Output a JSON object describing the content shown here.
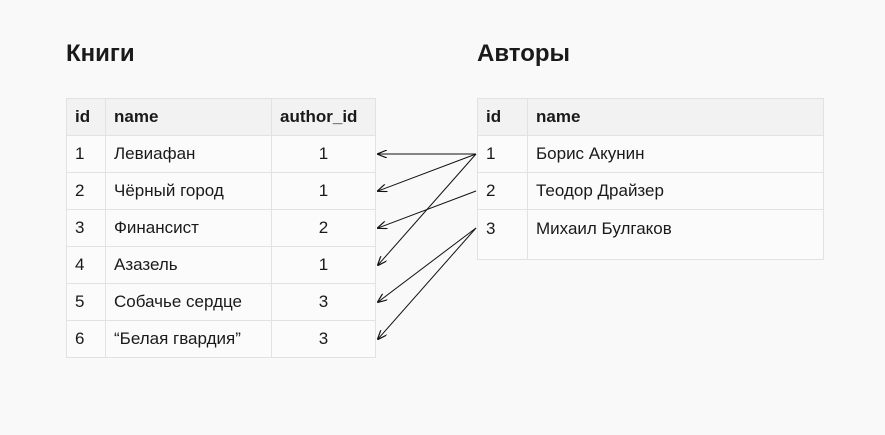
{
  "books": {
    "title": "Книги",
    "columns": [
      "id",
      "name",
      "author_id"
    ],
    "rows": [
      {
        "id": "1",
        "name": "Левиафан",
        "author_id": "1"
      },
      {
        "id": "2",
        "name": "Чёрный город",
        "author_id": "1"
      },
      {
        "id": "3",
        "name": "Финансист",
        "author_id": "2"
      },
      {
        "id": "4",
        "name": "Азазель",
        "author_id": "1"
      },
      {
        "id": "5",
        "name": "Собачье сердце",
        "author_id": "3"
      },
      {
        "id": "6",
        "name": "“Белая гвардия”",
        "author_id": "3"
      }
    ]
  },
  "authors": {
    "title": "Авторы",
    "columns": [
      "id",
      "name"
    ],
    "rows": [
      {
        "id": "1",
        "name": "Борис Акунин"
      },
      {
        "id": "2",
        "name": "Теодор Драйзер"
      },
      {
        "id": "3",
        "name": "Михаил Булгаков"
      }
    ]
  },
  "colors": {
    "arrow": "#111111",
    "header_bg": "#f2f2f2",
    "border": "#e2e2e2",
    "background": "#f9f9f9"
  }
}
